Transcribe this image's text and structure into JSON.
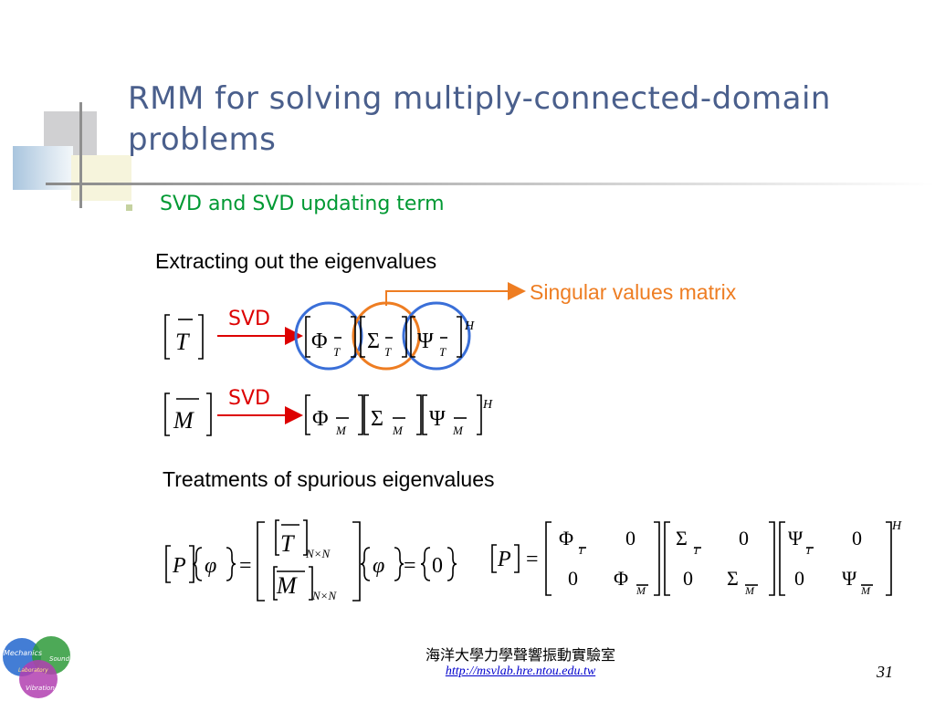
{
  "slide": {
    "title": "RMM for solving multiply-connected-domain problems",
    "bullet": "SVD and SVD updating term",
    "section1": "Extracting out the eigenvalues",
    "singular_label": "Singular values matrix",
    "svd_label_1": "SVD",
    "svd_label_2": "SVD",
    "section2": "Treatments of spurious eigenvalues"
  },
  "math": {
    "T": "T",
    "M": "M",
    "Phi": "Φ",
    "Sigma": "Σ",
    "Psi": "Ψ",
    "H": "H",
    "P": "P",
    "varphi": "φ",
    "NxN": "N×N",
    "zero": "0",
    "eq": "="
  },
  "footer": {
    "lab_name": "海洋大學力學聲響振動實驗室",
    "url": "http://msvlab.hre.ntou.edu.tw",
    "page_number": "31"
  },
  "logo": {
    "mechanics": "Mechanics",
    "sound": "Sound",
    "laboratory": "Laboratory",
    "vibration": "Vibration"
  },
  "colors": {
    "title": "#4a5f8c",
    "bullet_text": "#009933",
    "svd_arrow": "#dd0000",
    "blue_circle": "#3a6fd8",
    "orange_circle": "#ee7d22"
  }
}
